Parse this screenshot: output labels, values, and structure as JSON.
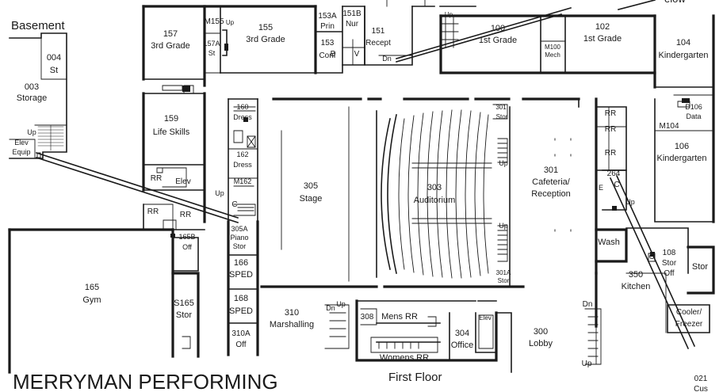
{
  "plan": {
    "title": "MERRYMAN PERFORMING",
    "basement_label": "Basement",
    "floor_label": "First Floor",
    "partial_label": "elow",
    "rooms": [
      {
        "id": "r003",
        "lines": [
          "003",
          "Storage"
        ]
      },
      {
        "id": "r004",
        "lines": [
          "004",
          "St"
        ]
      },
      {
        "id": "relev",
        "lines": [
          "Elev",
          "Equip"
        ]
      },
      {
        "id": "r157",
        "lines": [
          "157",
          "3rd Grade"
        ]
      },
      {
        "id": "rm155",
        "lines": [
          "M155"
        ]
      },
      {
        "id": "r157a",
        "lines": [
          "157A",
          "St"
        ]
      },
      {
        "id": "r155",
        "lines": [
          "155",
          "3rd Grade"
        ]
      },
      {
        "id": "r153a",
        "lines": [
          "153A",
          "Prin"
        ]
      },
      {
        "id": "r153",
        "lines": [
          "153",
          "Conf"
        ]
      },
      {
        "id": "r151b",
        "lines": [
          "151B",
          "Nur"
        ]
      },
      {
        "id": "r151",
        "lines": [
          "151",
          "Recept"
        ]
      },
      {
        "id": "r100",
        "lines": [
          "100",
          "1st Grade"
        ]
      },
      {
        "id": "rm100",
        "lines": [
          "M100",
          "Mech"
        ]
      },
      {
        "id": "r102",
        "lines": [
          "102",
          "1st Grade"
        ]
      },
      {
        "id": "r104",
        "lines": [
          "104",
          "Kindergarten"
        ]
      },
      {
        "id": "rd106",
        "lines": [
          "D106",
          "Data"
        ]
      },
      {
        "id": "rm104",
        "lines": [
          "M104"
        ]
      },
      {
        "id": "r106",
        "lines": [
          "106",
          "Kindergarten"
        ]
      },
      {
        "id": "r159",
        "lines": [
          "159",
          "Life Skills"
        ]
      },
      {
        "id": "r160",
        "lines": [
          "160",
          "Dress"
        ]
      },
      {
        "id": "r162",
        "lines": [
          "162",
          "Dress"
        ]
      },
      {
        "id": "rm162",
        "lines": [
          "M162"
        ]
      },
      {
        "id": "r305",
        "lines": [
          "305",
          "Stage"
        ]
      },
      {
        "id": "r303",
        "lines": [
          "303",
          "Auditorium"
        ]
      },
      {
        "id": "r301",
        "lines": [
          "301",
          "Cafeteria/",
          "Reception"
        ]
      },
      {
        "id": "r264",
        "lines": [
          "264"
        ]
      },
      {
        "id": "r305a",
        "lines": [
          "305A",
          "Piano",
          "Stor"
        ]
      },
      {
        "id": "r165b",
        "lines": [
          "165B",
          "Off"
        ]
      },
      {
        "id": "r165",
        "lines": [
          "165",
          "Gym"
        ]
      },
      {
        "id": "rs165",
        "lines": [
          "S165",
          "Stor"
        ]
      },
      {
        "id": "r166",
        "lines": [
          "166",
          "SPED"
        ]
      },
      {
        "id": "r168",
        "lines": [
          "168",
          "SPED"
        ]
      },
      {
        "id": "r310a",
        "lines": [
          "310A",
          "Off"
        ]
      },
      {
        "id": "r310",
        "lines": [
          "310",
          "Marshalling"
        ]
      },
      {
        "id": "r308",
        "lines": [
          "308"
        ]
      },
      {
        "id": "rmens",
        "lines": [
          "Mens RR"
        ]
      },
      {
        "id": "rwomens",
        "lines": [
          "Womens RR"
        ]
      },
      {
        "id": "r304",
        "lines": [
          "304",
          "Office"
        ]
      },
      {
        "id": "r300",
        "lines": [
          "300",
          "Lobby"
        ]
      },
      {
        "id": "r301a",
        "lines": [
          "301A",
          "Stor"
        ]
      },
      {
        "id": "rwash",
        "lines": [
          "Wash"
        ]
      },
      {
        "id": "r350",
        "lines": [
          "350",
          "Kitchen"
        ]
      },
      {
        "id": "r108",
        "lines": [
          "108",
          "Stor",
          "Off"
        ]
      },
      {
        "id": "rstor",
        "lines": [
          "Stor"
        ]
      },
      {
        "id": "rcool",
        "lines": [
          "Cooler/",
          "Freezer"
        ]
      },
      {
        "id": "r021",
        "lines": [
          "021",
          "Cus"
        ]
      }
    ],
    "labels": [
      {
        "id": "rr1",
        "text": "RR"
      },
      {
        "id": "rr2",
        "text": "RR"
      },
      {
        "id": "rr3",
        "text": "RR"
      },
      {
        "id": "rr4",
        "text": "RR"
      },
      {
        "id": "rr5",
        "text": "RR"
      },
      {
        "id": "rr6",
        "text": "RR"
      },
      {
        "id": "elev1",
        "text": "Elev"
      },
      {
        "id": "elev2",
        "text": "Elev"
      },
      {
        "id": "c1",
        "text": "C"
      },
      {
        "id": "c2",
        "text": "C"
      },
      {
        "id": "c3",
        "text": "C"
      },
      {
        "id": "b1",
        "text": "B"
      },
      {
        "id": "v1",
        "text": "V"
      },
      {
        "id": "e1",
        "text": "E"
      },
      {
        "id": "stor1",
        "text": "Stor"
      },
      {
        "id": "num301",
        "text": "301"
      },
      {
        "id": "up1",
        "text": "Up"
      },
      {
        "id": "up2",
        "text": "Up"
      },
      {
        "id": "up3",
        "text": "Up"
      },
      {
        "id": "up4",
        "text": "Up"
      },
      {
        "id": "up5",
        "text": "Up"
      },
      {
        "id": "up6",
        "text": "Up"
      },
      {
        "id": "up7",
        "text": "Up"
      },
      {
        "id": "up8",
        "text": "Up"
      },
      {
        "id": "up9",
        "text": "Up"
      },
      {
        "id": "dn1",
        "text": "Dn"
      },
      {
        "id": "dn2",
        "text": "Dn"
      },
      {
        "id": "dn3",
        "text": "Dn"
      }
    ]
  }
}
